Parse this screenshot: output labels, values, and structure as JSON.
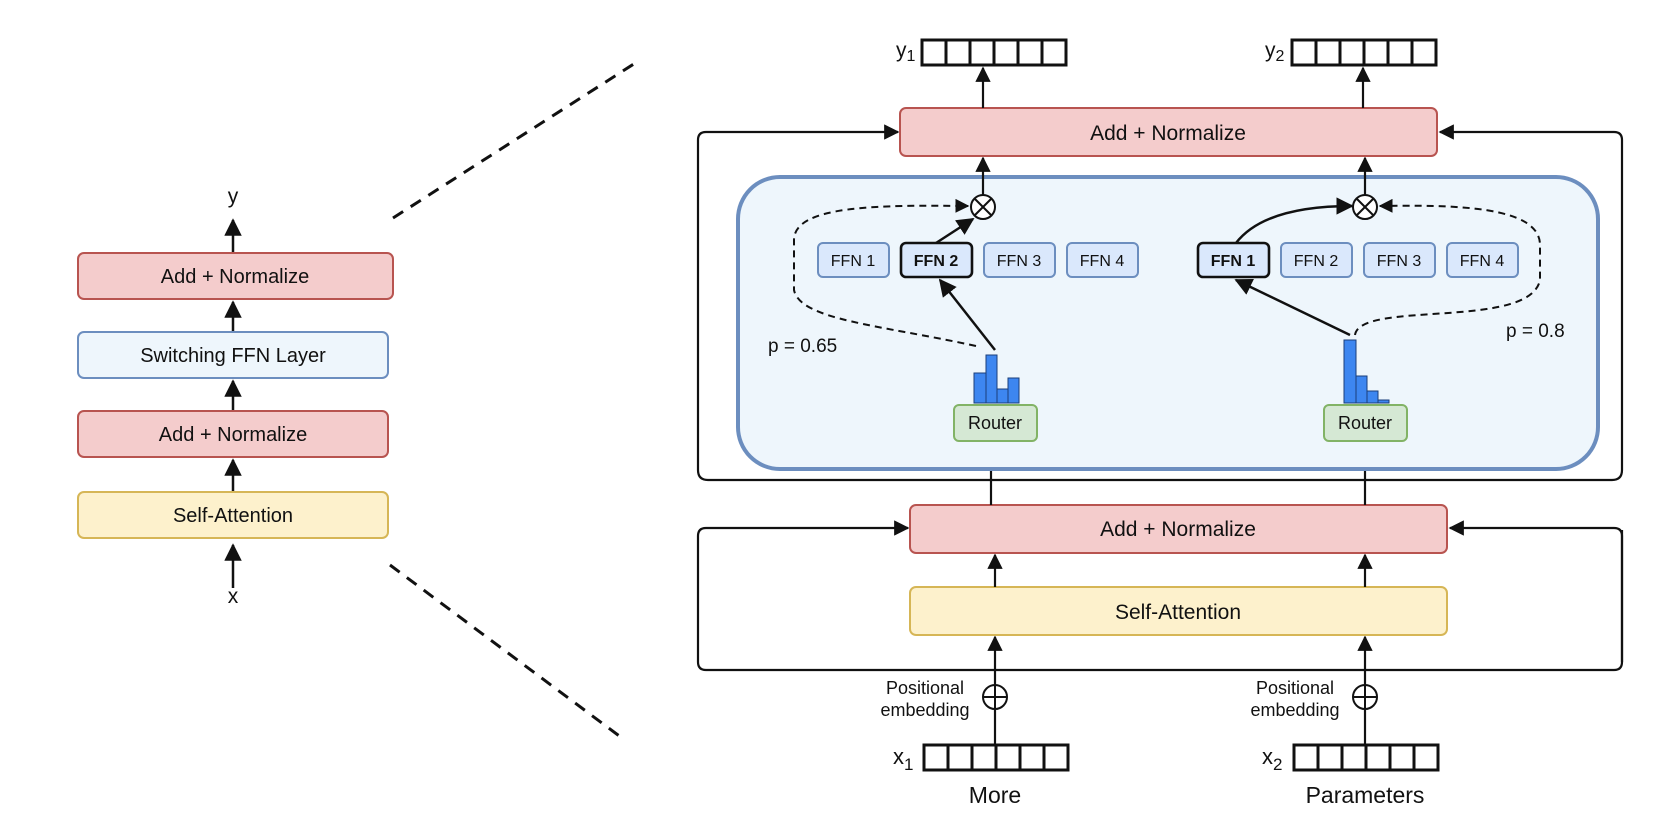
{
  "left": {
    "output_label": "y",
    "input_label": "x",
    "add_norm_top": "Add + Normalize",
    "switching_ffn": "Switching FFN Layer",
    "add_norm_bottom": "Add + Normalize",
    "self_attention": "Self-Attention"
  },
  "right": {
    "out1_label": "y",
    "out1_sub": "1",
    "out2_label": "y",
    "out2_sub": "2",
    "add_norm_top": "Add + Normalize",
    "add_norm_bottom": "Add + Normalize",
    "self_attention": "Self-Attention",
    "token1": {
      "ffns": [
        "FFN 1",
        "FFN 2",
        "FFN 3",
        "FFN 4"
      ],
      "selected_ffn": "FFN 2",
      "router": "Router",
      "prob": "p = 0.65",
      "pos_embed_line1": "Positional",
      "pos_embed_line2": "embedding",
      "input_label": "x",
      "input_sub": "1",
      "word": "More"
    },
    "token2": {
      "ffns": [
        "FFN 1",
        "FFN 2",
        "FFN 3",
        "FFN 4"
      ],
      "selected_ffn": "FFN 1",
      "router": "Router",
      "prob": "p = 0.8",
      "pos_embed_line1": "Positional",
      "pos_embed_line2": "embedding",
      "input_label": "x",
      "input_sub": "2",
      "word": "Parameters"
    }
  },
  "colors": {
    "add_norm_fill": "#f4cccc",
    "add_norm_stroke": "#b85450",
    "ffn_layer_fill": "#eef6fc",
    "ffn_layer_stroke": "#6c8ebf",
    "self_attn_fill": "#fdf1cc",
    "self_attn_stroke": "#d6b656",
    "router_fill": "#d5e8d4",
    "router_stroke": "#82b366",
    "ffn_fill": "#dae8fc",
    "ffn_stroke": "#6c8ebf",
    "bar_fill": "#3d86f0"
  }
}
